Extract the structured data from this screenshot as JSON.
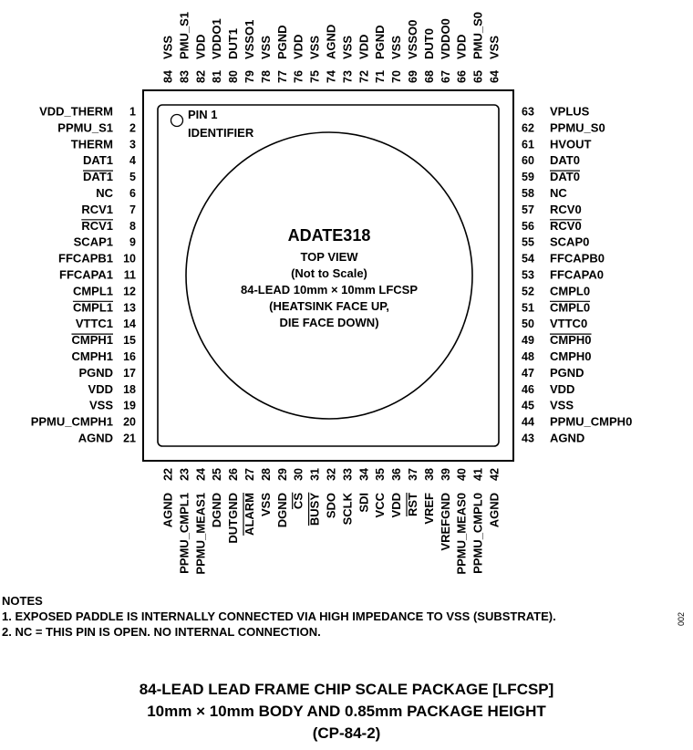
{
  "chip": {
    "part": "ADATE318",
    "view": "TOP VIEW",
    "scale": "(Not to Scale)",
    "package_line": "84-LEAD 10mm × 10mm LFCSP",
    "orient_1": "(HEATSINK FACE UP,",
    "orient_2": "DIE FACE DOWN)",
    "pin1_1": "PIN 1",
    "pin1_2": "IDENTIFIER"
  },
  "pins": {
    "left": [
      {
        "n": "1",
        "name": "VDD_THERM",
        "bar": false
      },
      {
        "n": "2",
        "name": "PPMU_S1",
        "bar": false
      },
      {
        "n": "3",
        "name": "THERM",
        "bar": false
      },
      {
        "n": "4",
        "name": "DAT1",
        "bar": false
      },
      {
        "n": "5",
        "name": "DAT1",
        "bar": true
      },
      {
        "n": "6",
        "name": "NC",
        "bar": false
      },
      {
        "n": "7",
        "name": "RCV1",
        "bar": false
      },
      {
        "n": "8",
        "name": "RCV1",
        "bar": true
      },
      {
        "n": "9",
        "name": "SCAP1",
        "bar": false
      },
      {
        "n": "10",
        "name": "FFCAPB1",
        "bar": false
      },
      {
        "n": "11",
        "name": "FFCAPA1",
        "bar": false
      },
      {
        "n": "12",
        "name": "CMPL1",
        "bar": false
      },
      {
        "n": "13",
        "name": "CMPL1",
        "bar": true
      },
      {
        "n": "14",
        "name": "VTTC1",
        "bar": false
      },
      {
        "n": "15",
        "name": "CMPH1",
        "bar": true
      },
      {
        "n": "16",
        "name": "CMPH1",
        "bar": false
      },
      {
        "n": "17",
        "name": "PGND",
        "bar": false
      },
      {
        "n": "18",
        "name": "VDD",
        "bar": false
      },
      {
        "n": "19",
        "name": "VSS",
        "bar": false
      },
      {
        "n": "20",
        "name": "PPMU_CMPH1",
        "bar": false
      },
      {
        "n": "21",
        "name": "AGND",
        "bar": false
      }
    ],
    "bottom": [
      {
        "n": "22",
        "name": "AGND",
        "bar": false
      },
      {
        "n": "23",
        "name": "PPMU_CMPL1",
        "bar": false
      },
      {
        "n": "24",
        "name": "PPMU_MEAS1",
        "bar": false
      },
      {
        "n": "25",
        "name": "DGND",
        "bar": false
      },
      {
        "n": "26",
        "name": "DUTGND",
        "bar": false
      },
      {
        "n": "27",
        "name": "ALARM",
        "bar": true
      },
      {
        "n": "28",
        "name": "VSS",
        "bar": false
      },
      {
        "n": "29",
        "name": "DGND",
        "bar": false
      },
      {
        "n": "30",
        "name": "CS",
        "bar": true
      },
      {
        "n": "31",
        "name": "BUSY",
        "bar": true
      },
      {
        "n": "32",
        "name": "SDO",
        "bar": false
      },
      {
        "n": "33",
        "name": "SCLK",
        "bar": false
      },
      {
        "n": "34",
        "name": "SDI",
        "bar": false
      },
      {
        "n": "35",
        "name": "VCC",
        "bar": false
      },
      {
        "n": "36",
        "name": "VDD",
        "bar": false
      },
      {
        "n": "37",
        "name": "RST",
        "bar": true
      },
      {
        "n": "38",
        "name": "VREF",
        "bar": false
      },
      {
        "n": "39",
        "name": "VREFGND",
        "bar": false
      },
      {
        "n": "40",
        "name": "PPMU_MEAS0",
        "bar": false
      },
      {
        "n": "41",
        "name": "PPMU_CMPL0",
        "bar": false
      },
      {
        "n": "42",
        "name": "AGND",
        "bar": false
      }
    ],
    "right": [
      {
        "n": "63",
        "name": "VPLUS",
        "bar": false
      },
      {
        "n": "62",
        "name": "PPMU_S0",
        "bar": false
      },
      {
        "n": "61",
        "name": "HVOUT",
        "bar": false
      },
      {
        "n": "60",
        "name": "DAT0",
        "bar": false
      },
      {
        "n": "59",
        "name": "DAT0",
        "bar": true
      },
      {
        "n": "58",
        "name": "NC",
        "bar": false
      },
      {
        "n": "57",
        "name": "RCV0",
        "bar": false
      },
      {
        "n": "56",
        "name": "RCV0",
        "bar": true
      },
      {
        "n": "55",
        "name": "SCAP0",
        "bar": false
      },
      {
        "n": "54",
        "name": "FFCAPB0",
        "bar": false
      },
      {
        "n": "53",
        "name": "FFCAPA0",
        "bar": false
      },
      {
        "n": "52",
        "name": "CMPL0",
        "bar": false
      },
      {
        "n": "51",
        "name": "CMPL0",
        "bar": true
      },
      {
        "n": "50",
        "name": "VTTC0",
        "bar": false
      },
      {
        "n": "49",
        "name": "CMPH0",
        "bar": true
      },
      {
        "n": "48",
        "name": "CMPH0",
        "bar": false
      },
      {
        "n": "47",
        "name": "PGND",
        "bar": false
      },
      {
        "n": "46",
        "name": "VDD",
        "bar": false
      },
      {
        "n": "45",
        "name": "VSS",
        "bar": false
      },
      {
        "n": "44",
        "name": "PPMU_CMPH0",
        "bar": false
      },
      {
        "n": "43",
        "name": "AGND",
        "bar": false
      }
    ],
    "top": [
      {
        "n": "84",
        "name": "VSS",
        "bar": false
      },
      {
        "n": "83",
        "name": "PMU_S1",
        "bar": false
      },
      {
        "n": "82",
        "name": "VDD",
        "bar": false
      },
      {
        "n": "81",
        "name": "VDDO1",
        "bar": false
      },
      {
        "n": "80",
        "name": "DUT1",
        "bar": false
      },
      {
        "n": "79",
        "name": "VSSO1",
        "bar": false
      },
      {
        "n": "78",
        "name": "VSS",
        "bar": false
      },
      {
        "n": "77",
        "name": "PGND",
        "bar": false
      },
      {
        "n": "76",
        "name": "VDD",
        "bar": false
      },
      {
        "n": "75",
        "name": "VSS",
        "bar": false
      },
      {
        "n": "74",
        "name": "AGND",
        "bar": false
      },
      {
        "n": "73",
        "name": "VSS",
        "bar": false
      },
      {
        "n": "72",
        "name": "VDD",
        "bar": false
      },
      {
        "n": "71",
        "name": "PGND",
        "bar": false
      },
      {
        "n": "70",
        "name": "VSS",
        "bar": false
      },
      {
        "n": "69",
        "name": "VSSO0",
        "bar": false
      },
      {
        "n": "68",
        "name": "DUT0",
        "bar": false
      },
      {
        "n": "67",
        "name": "VDDO0",
        "bar": false
      },
      {
        "n": "66",
        "name": "VDD",
        "bar": false
      },
      {
        "n": "65",
        "name": "PMU_S0",
        "bar": false
      },
      {
        "n": "64",
        "name": "VSS",
        "bar": false
      }
    ]
  },
  "notes": {
    "heading": "NOTES",
    "items": [
      "1. EXPOSED PADDLE IS INTERNALLY CONNECTED VIA HIGH IMPEDANCE TO VSS (SUBSTRATE).",
      "2. NC = THIS PIN IS OPEN. NO INTERNAL CONNECTION."
    ]
  },
  "doc_number": "002",
  "caption": {
    "line1": "84-LEAD LEAD FRAME CHIP SCALE PACKAGE [LFCSP]",
    "line2": "10mm × 10mm BODY AND 0.85mm PACKAGE HEIGHT",
    "line3": "(CP-84-2)"
  }
}
